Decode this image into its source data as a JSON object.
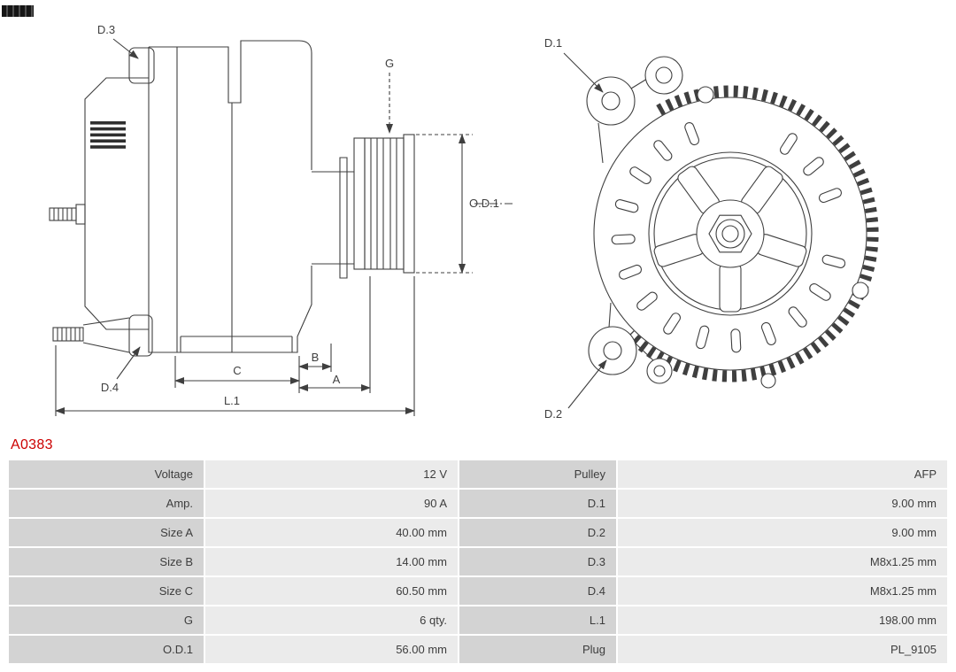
{
  "part_number": "A0383",
  "part_number_color": "#cc0000",
  "diagram": {
    "labels": {
      "d1": "D.1",
      "d2": "D.2",
      "d3": "D.3",
      "d4": "D.4",
      "g": "G",
      "a": "A",
      "b": "B",
      "c": "C",
      "l1": "L.1",
      "od1": "O.D.1"
    }
  },
  "icons": {
    "logo_fragment": "cropped-barcode-logo-block"
  },
  "specs": {
    "rows": [
      {
        "label1": "Voltage",
        "value1": "12 V",
        "label2": "Pulley",
        "value2": "AFP"
      },
      {
        "label1": "Amp.",
        "value1": "90 A",
        "label2": "D.1",
        "value2": "9.00 mm"
      },
      {
        "label1": "Size A",
        "value1": "40.00 mm",
        "label2": "D.2",
        "value2": "9.00 mm"
      },
      {
        "label1": "Size B",
        "value1": "14.00 mm",
        "label2": "D.3",
        "value2": "M8x1.25 mm"
      },
      {
        "label1": "Size C",
        "value1": "60.50 mm",
        "label2": "D.4",
        "value2": "M8x1.25 mm"
      },
      {
        "label1": "G",
        "value1": "6 qty.",
        "label2": "L.1",
        "value2": "198.00 mm"
      },
      {
        "label1": "O.D.1",
        "value1": "56.00 mm",
        "label2": "Plug",
        "value2": "PL_9105"
      }
    ]
  }
}
